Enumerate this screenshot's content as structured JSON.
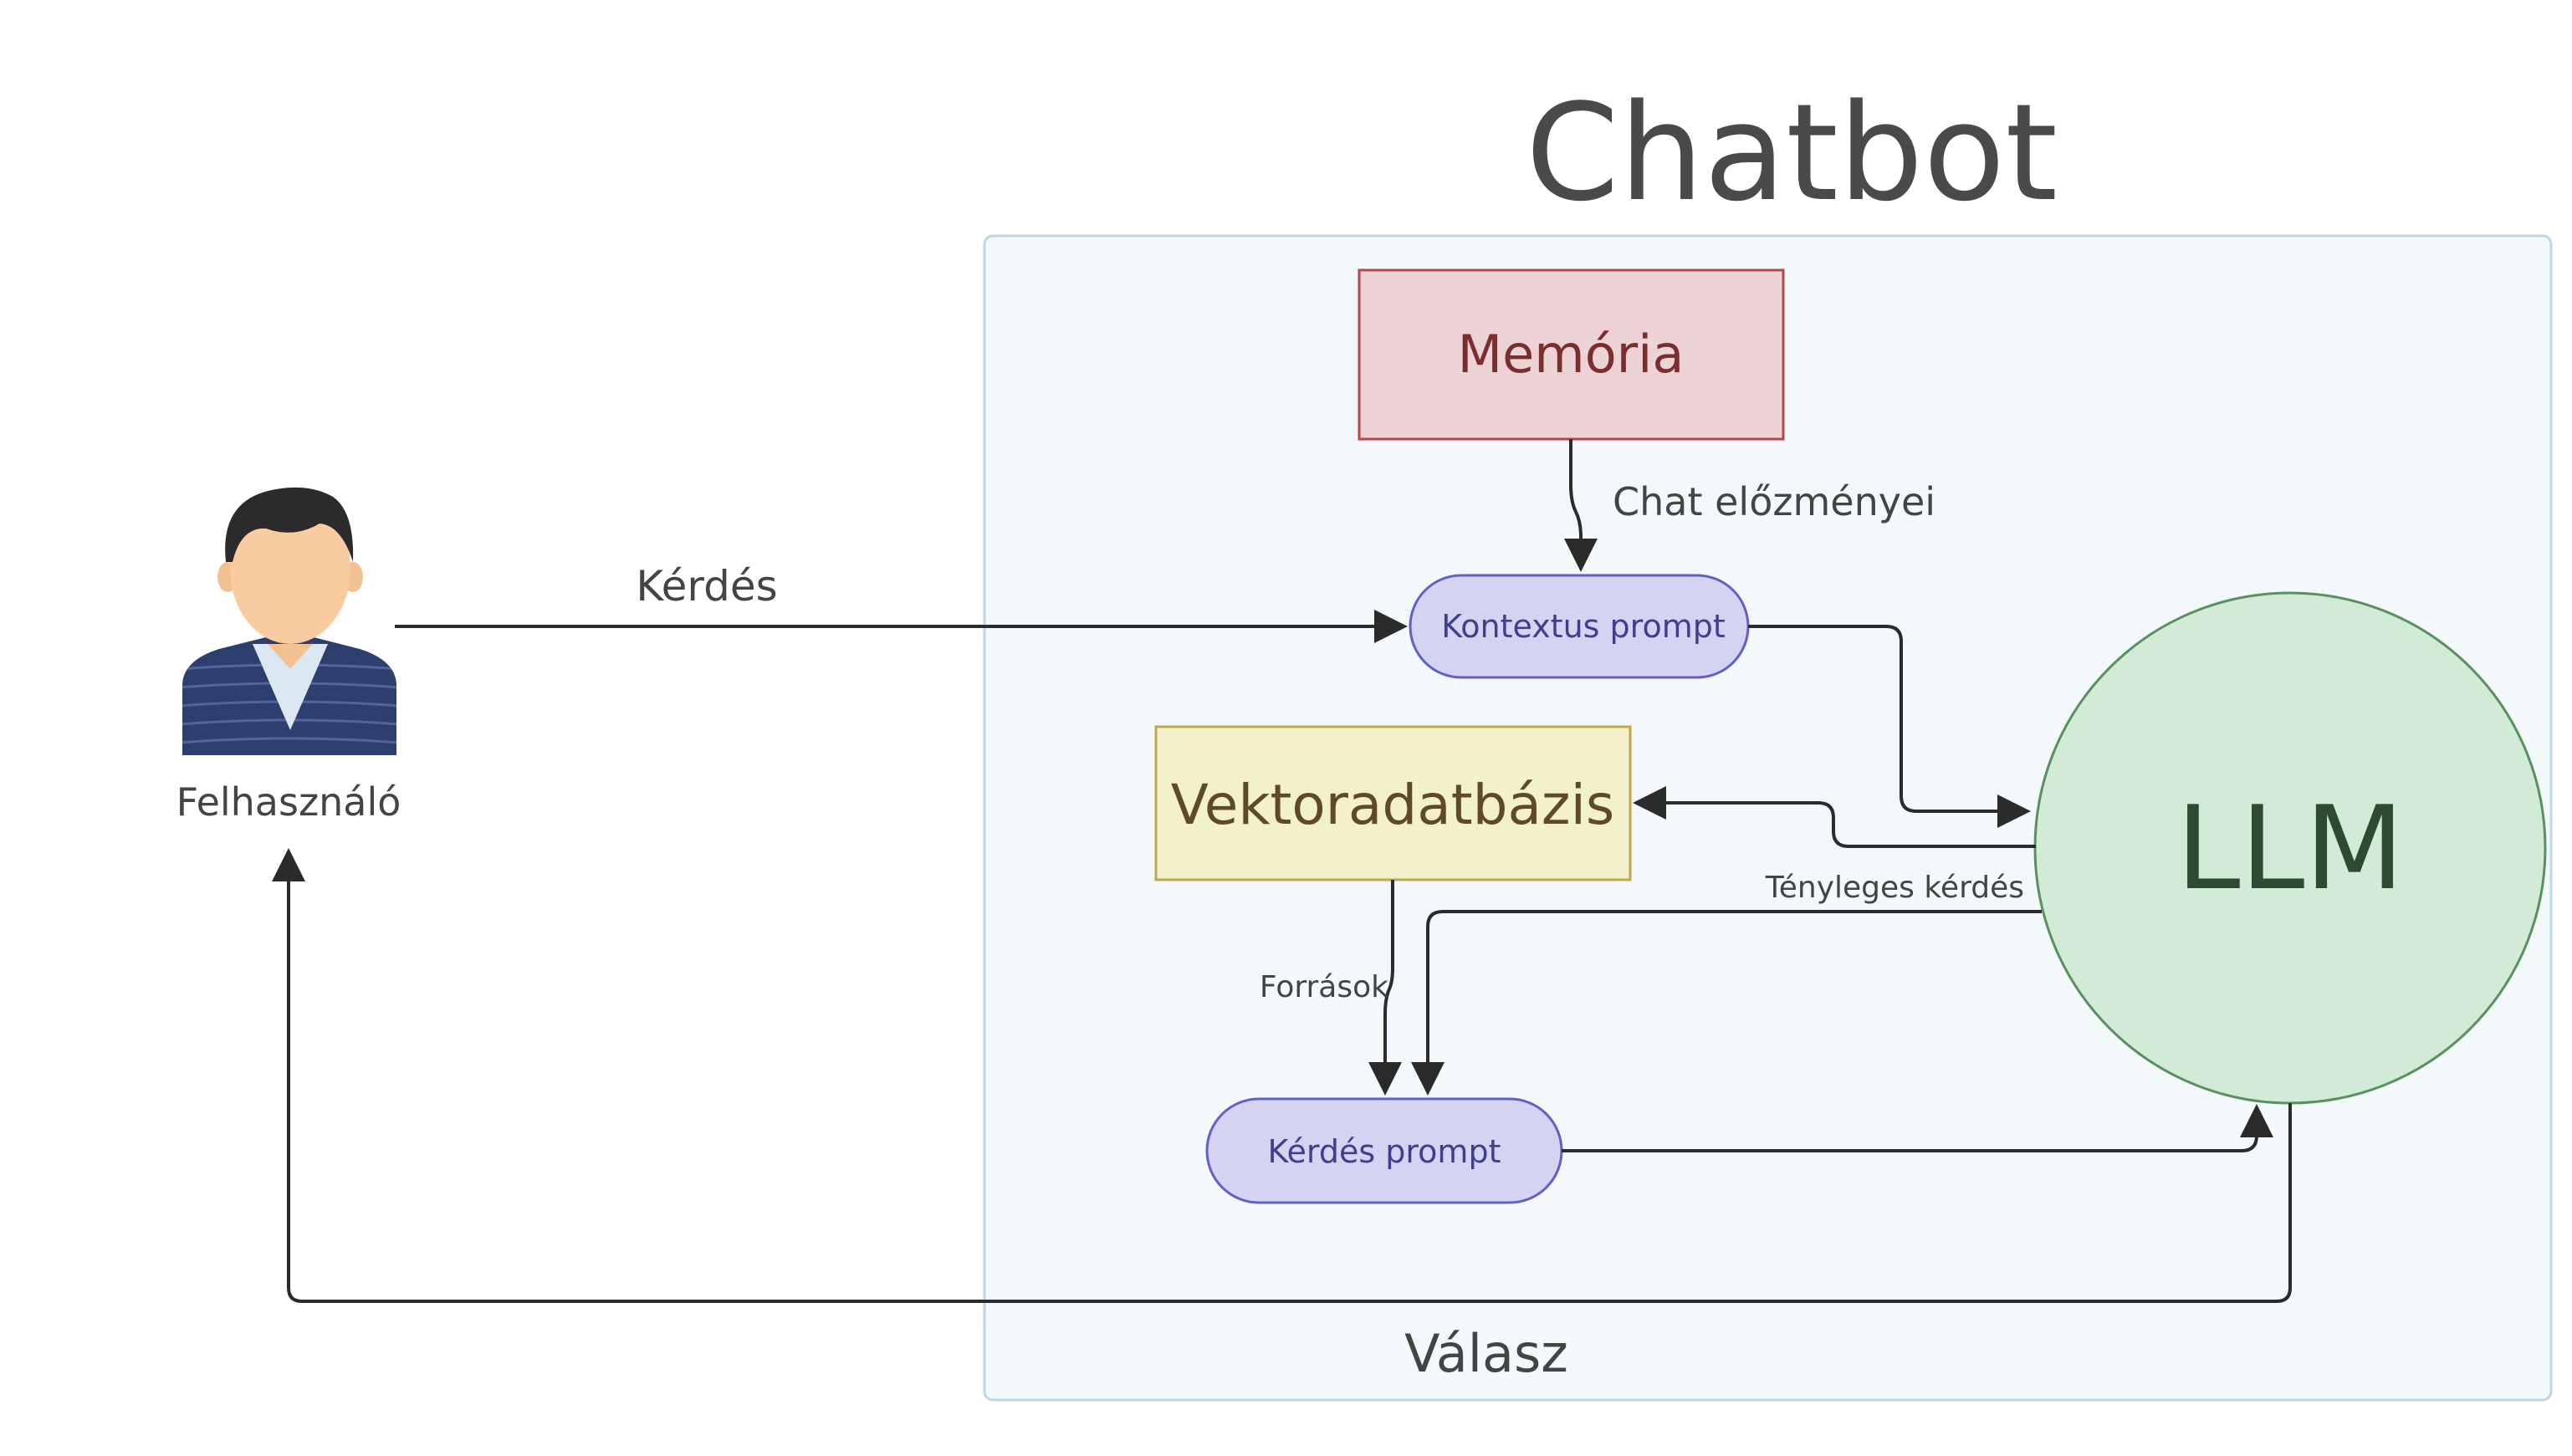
{
  "title": "Chatbot",
  "nodes": {
    "user": "Felhasználó",
    "memory": "Memória",
    "context_prompt": "Kontextus prompt",
    "vector_db": "Vektoradatbázis",
    "question_prompt": "Kérdés prompt",
    "llm": "LLM"
  },
  "edges": {
    "question": "Kérdés",
    "chat_history": "Chat előzményei",
    "actual_question": "Tényleges kérdés",
    "sources": "Források",
    "answer": "Válasz"
  },
  "colors": {
    "title_text": "#4a4a4a",
    "container_fill": "#f3f8fb",
    "container_stroke": "#bcd6e6",
    "memory_fill": "#edd3d5",
    "memory_stroke": "#b5484c",
    "memory_text": "#7a2e2e",
    "prompt_fill": "#d4d4f2",
    "prompt_stroke": "#6161c4",
    "prompt_text": "#3f3f8e",
    "vector_fill": "#f3f0cc",
    "vector_stroke": "#c0a94d",
    "vector_text": "#5e4a24",
    "llm_fill": "#d1ebd6",
    "llm_stroke": "#5a8f5f",
    "llm_text": "#2e4a33",
    "edge": "#2b2b2b",
    "label_text": "#444444"
  }
}
